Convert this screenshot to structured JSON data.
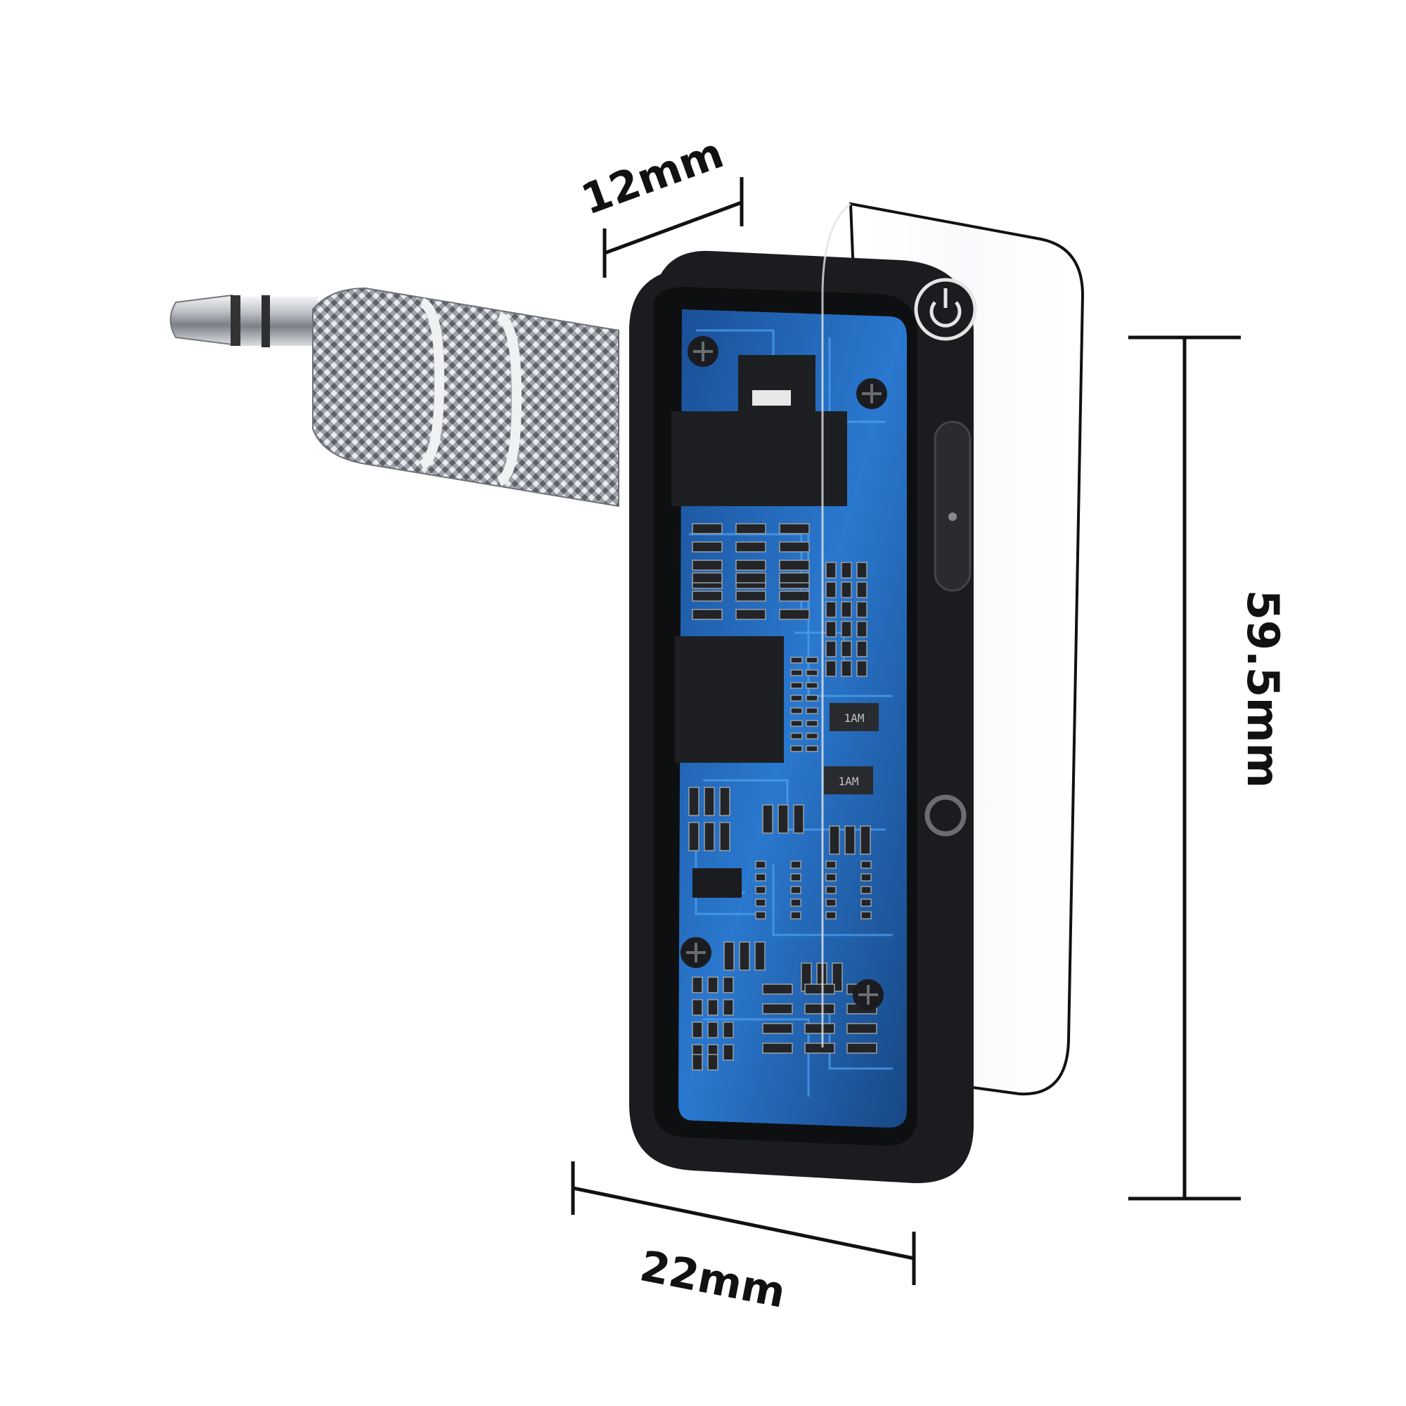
{
  "dimensions": {
    "depth": "12mm",
    "width": "22mm",
    "height": "59.5mm"
  },
  "chip_markings": [
    "1AM",
    "1AM"
  ],
  "colors": {
    "background": "#ffffff",
    "dimension_line": "#111111",
    "shell": "#1b1c1f",
    "board": "#1e63b5",
    "board_light": "#3a8fe0",
    "component": "#222427",
    "metal": "#c9ccd1"
  },
  "icons": {
    "power": "power-icon",
    "led": "led-ring-icon"
  }
}
